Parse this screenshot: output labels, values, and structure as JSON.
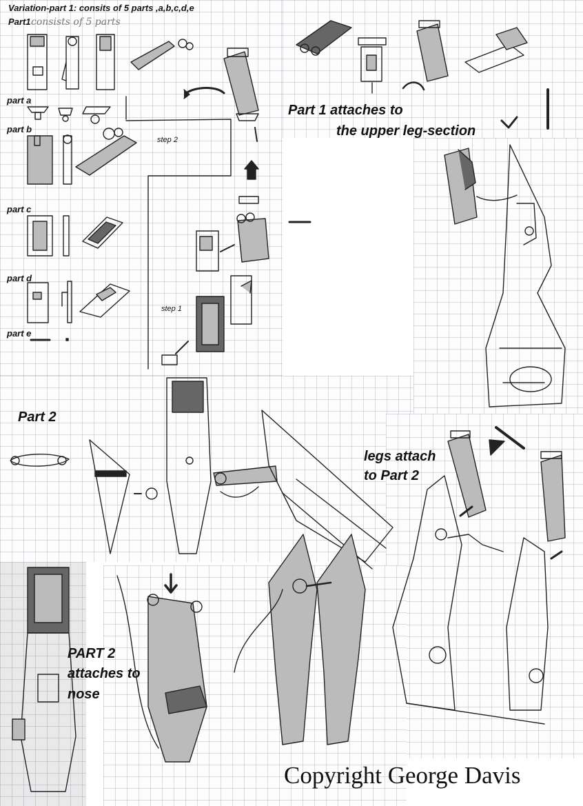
{
  "title": "Variation-part 1: consits of 5 parts ,a,b,c,d,e",
  "handwritten_note": "consists of 5 parts",
  "part1_heading": "Part1",
  "part_labels": [
    "part a",
    "part b",
    "part c",
    "part d",
    "part e"
  ],
  "steps": {
    "step1": "step 1",
    "step2": "step 2"
  },
  "annotations": {
    "part1_attach_line1": "Part 1 attaches to",
    "part1_attach_line2": "the upper leg-section",
    "part2_heading": "Part 2",
    "legs_attach_line1": "legs attach",
    "legs_attach_line2": "to Part 2",
    "nose_line1": "PART 2",
    "nose_line2": "attaches to",
    "nose_line3": "nose"
  },
  "copyright": "Copyright George Davis"
}
